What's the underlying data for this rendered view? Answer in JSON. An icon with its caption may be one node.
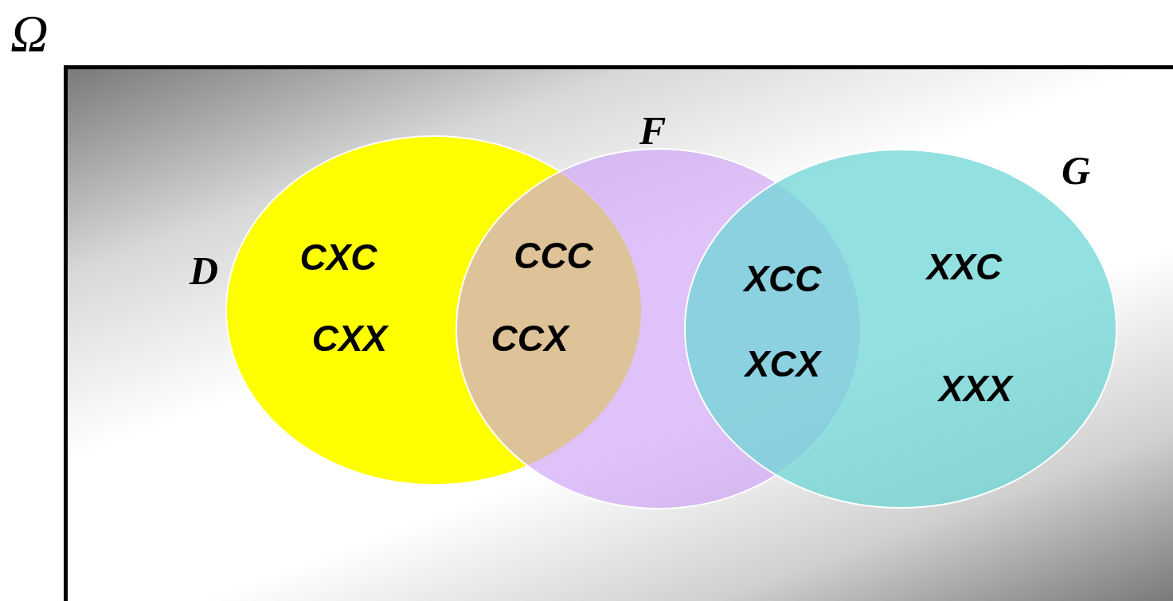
{
  "diagram": {
    "nodes": [
      {
        "text": [
          "Ω"
        ]
      },
      {
        "text": [
          "D"
        ],
        "in": 0
      },
      {
        "text": [
          "F"
        ],
        "in": 0
      },
      {
        "text": [
          "G"
        ],
        "in": 0
      }
    ],
    "labels": [
      "CXC",
      "CCC",
      "XXC",
      "XCC",
      "CXX",
      "CCX",
      "XCX",
      "XXX"
    ]
  }
}
